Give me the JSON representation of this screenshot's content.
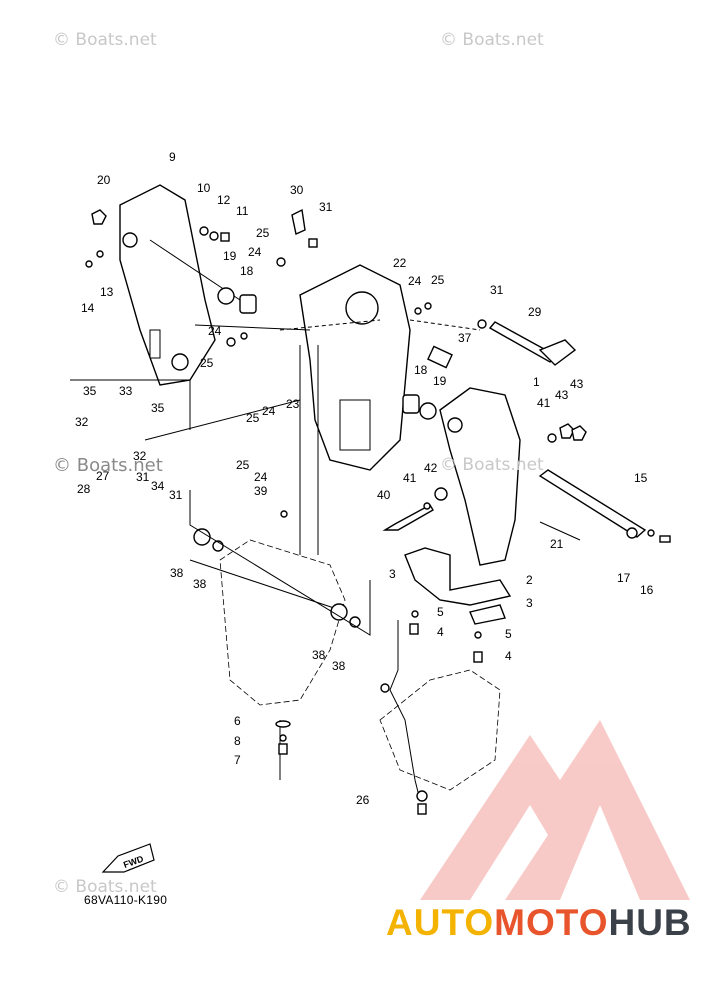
{
  "watermarks": [
    "© Boats.net",
    "© Boats.net",
    "© Boats.net",
    "© Boats.net",
    "© Boats.net"
  ],
  "diagram_code": "68VA110-K190",
  "fwd_label": "FWD",
  "brand": {
    "part1": "AUTO",
    "part2": "MOTO",
    "part3": "HUB",
    "mark_color": "#e8542b"
  },
  "callouts": [
    "1",
    "2",
    "3",
    "4",
    "5",
    "6",
    "7",
    "8",
    "9",
    "10",
    "11",
    "12",
    "13",
    "14",
    "15",
    "16",
    "17",
    "18",
    "19",
    "20",
    "21",
    "22",
    "23",
    "24",
    "25",
    "26",
    "27",
    "28",
    "29",
    "30",
    "31",
    "32",
    "33",
    "34",
    "35",
    "37",
    "38",
    "39",
    "40",
    "41",
    "42",
    "43"
  ]
}
